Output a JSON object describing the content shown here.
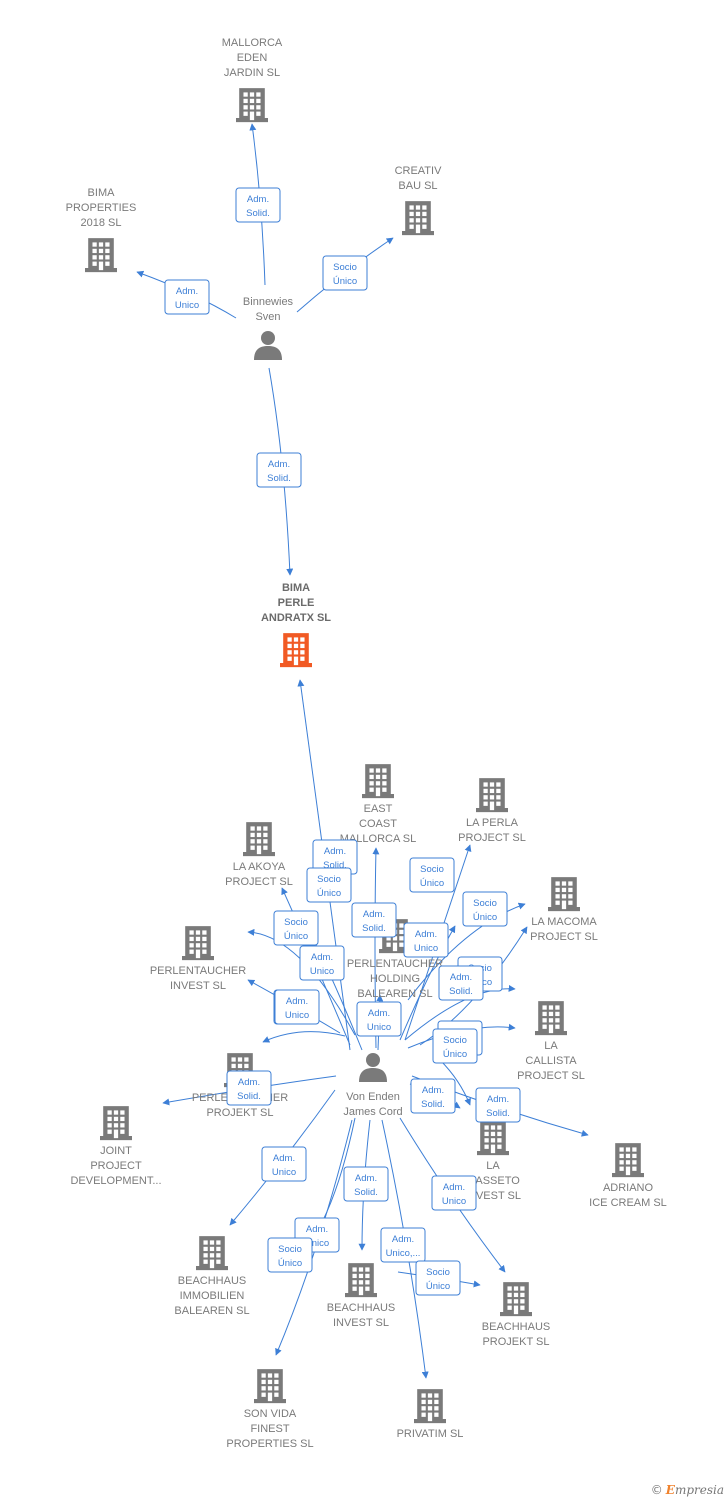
{
  "colors": {
    "edge": "#3d7fd6",
    "node": "#7a7a7a",
    "focus": "#f15a24"
  },
  "brand": {
    "copyright": "©",
    "initial": "E",
    "rest": "mpresia"
  },
  "nodes": [
    {
      "id": "mallorca_eden",
      "kind": "company",
      "icon": "building-icon",
      "lines": [
        "MALLORCA",
        "EDEN",
        "JARDIN  SL"
      ]
    },
    {
      "id": "bima_properties",
      "kind": "company",
      "icon": "building-icon",
      "lines": [
        "BIMA",
        "PROPERTIES",
        "2018  SL"
      ]
    },
    {
      "id": "creativ_bau",
      "kind": "company",
      "icon": "building-icon",
      "lines": [
        "CREATIV",
        "BAU SL"
      ]
    },
    {
      "id": "binnewies",
      "kind": "person",
      "icon": "person-icon",
      "lines": [
        "Binnewies",
        "Sven"
      ]
    },
    {
      "id": "bima_perle",
      "kind": "focus",
      "icon": "building-icon",
      "lines": [
        "BIMA",
        "PERLE",
        "ANDRATX  SL"
      ]
    },
    {
      "id": "east_coast",
      "kind": "company",
      "icon": "building-icon",
      "lines": [
        "EAST",
        "COAST",
        "MALLORCA  SL"
      ]
    },
    {
      "id": "la_perla",
      "kind": "company",
      "icon": "building-icon",
      "lines": [
        "LA PERLA",
        "PROJECT  SL"
      ]
    },
    {
      "id": "la_akoya",
      "kind": "company",
      "icon": "building-icon",
      "lines": [
        "LA AKOYA",
        "PROJECT  SL"
      ]
    },
    {
      "id": "la_macoma",
      "kind": "company",
      "icon": "building-icon",
      "lines": [
        "LA MACOMA",
        "PROJECT  SL"
      ]
    },
    {
      "id": "perlentaucher_holding",
      "kind": "company",
      "icon": "building-icon",
      "lines": [
        "PERLENTAUCHER",
        "HOLDING",
        "BALEAREN  SL"
      ]
    },
    {
      "id": "perlentaucher_invest",
      "kind": "company",
      "icon": "building-icon",
      "lines": [
        "PERLENTAUCHER",
        "INVEST  SL"
      ]
    },
    {
      "id": "la_callista",
      "kind": "company",
      "icon": "building-icon",
      "lines": [
        "LA",
        "CALLISTA",
        "PROJECT  SL"
      ]
    },
    {
      "id": "perlentaucher_projekt",
      "kind": "company",
      "icon": "building-icon",
      "lines": [
        "PERLENTAUCHER",
        "PROJEKT  SL"
      ]
    },
    {
      "id": "von_enden",
      "kind": "person",
      "icon": "person-icon",
      "lines": [
        "Von Enden",
        "James Cord"
      ]
    },
    {
      "id": "joint_project",
      "kind": "company",
      "icon": "building-icon",
      "lines": [
        "JOINT",
        "PROJECT",
        "DEVELOPMENT..."
      ]
    },
    {
      "id": "la_masseto",
      "kind": "company",
      "icon": "building-icon",
      "lines": [
        "LA",
        "MASSETO",
        "INVEST  SL"
      ]
    },
    {
      "id": "adriano",
      "kind": "company",
      "icon": "building-icon",
      "lines": [
        "ADRIANO",
        "ICE CREAM SL"
      ]
    },
    {
      "id": "beachhaus_immobilien",
      "kind": "company",
      "icon": "building-icon",
      "lines": [
        "BEACHHAUS",
        "IMMOBILIEN",
        "BALEAREN  SL"
      ]
    },
    {
      "id": "beachhaus_invest",
      "kind": "company",
      "icon": "building-icon",
      "lines": [
        "BEACHHAUS",
        "INVEST  SL"
      ]
    },
    {
      "id": "beachhaus_projekt",
      "kind": "company",
      "icon": "building-icon",
      "lines": [
        "BEACHHAUS",
        "PROJEKT  SL"
      ]
    },
    {
      "id": "son_vida",
      "kind": "company",
      "icon": "building-icon",
      "lines": [
        "SON VIDA",
        "FINEST",
        "PROPERTIES SL"
      ]
    },
    {
      "id": "privatim",
      "kind": "company",
      "icon": "building-icon",
      "lines": [
        "PRIVATIM SL"
      ]
    }
  ],
  "edges": [
    {
      "from": "binnewies",
      "to": "mallorca_eden",
      "label": [
        "Adm.",
        "Solid."
      ]
    },
    {
      "from": "binnewies",
      "to": "bima_properties",
      "label": [
        "Adm.",
        "Unico"
      ]
    },
    {
      "from": "binnewies",
      "to": "creativ_bau",
      "label": [
        "Socio",
        "Único"
      ]
    },
    {
      "from": "binnewies",
      "to": "bima_perle",
      "label": [
        "Adm.",
        "Solid."
      ]
    },
    {
      "from": "von_enden",
      "to": "bima_perle",
      "label": [
        "Adm.",
        "Solid."
      ]
    },
    {
      "from": "von_enden",
      "to": "la_akoya",
      "label": [
        "Socio",
        "Único"
      ]
    },
    {
      "from": "von_enden",
      "to": "east_coast",
      "label": [
        "Adm.",
        "Solid."
      ]
    },
    {
      "from": "von_enden",
      "to": "la_perla",
      "label": [
        "Socio",
        "Único"
      ]
    },
    {
      "from": "von_enden",
      "to": "la_macoma",
      "label": [
        "Socio",
        "Único"
      ]
    },
    {
      "from": "von_enden",
      "to": "la_akoya",
      "label": [
        "Adm.",
        "Unico"
      ]
    },
    {
      "from": "von_enden",
      "to": "perlentaucher_invest",
      "label": [
        "Socio",
        "Único"
      ]
    },
    {
      "from": "von_enden",
      "to": "la_perla",
      "label": [
        "Adm.",
        "Unico"
      ]
    },
    {
      "from": "von_enden",
      "to": "la_macoma",
      "label": [
        "Socio",
        "Único"
      ]
    },
    {
      "from": "von_enden",
      "to": "la_callista",
      "label": [
        "Adm.",
        "Solid."
      ]
    },
    {
      "from": "von_enden",
      "to": "perlentaucher_invest",
      "label": [
        "Adm.",
        "Unico"
      ]
    },
    {
      "from": "von_enden",
      "to": "perlentaucher_holding",
      "label": [
        "Adm.",
        "Unico"
      ]
    },
    {
      "from": "von_enden",
      "to": "perlentaucher_projekt",
      "label": [
        "Adm.",
        "Unico"
      ]
    },
    {
      "from": "von_enden",
      "to": "la_callista",
      "label": [
        "Adm.",
        "Solid."
      ]
    },
    {
      "from": "von_enden",
      "to": "la_masseto",
      "label": [
        "Socio",
        "Único"
      ]
    },
    {
      "from": "von_enden",
      "to": "joint_project",
      "label": [
        "Adm.",
        "Solid."
      ]
    },
    {
      "from": "von_enden",
      "to": "la_masseto",
      "label": [
        "Adm.",
        "Solid."
      ]
    },
    {
      "from": "von_enden",
      "to": "adriano",
      "label": [
        "Adm.",
        "Solid."
      ]
    },
    {
      "from": "von_enden",
      "to": "beachhaus_immobilien",
      "label": [
        "Adm.",
        "Unico"
      ]
    },
    {
      "from": "von_enden",
      "to": "beachhaus_invest",
      "label": [
        "Adm.",
        "Solid."
      ]
    },
    {
      "from": "von_enden",
      "to": "beachhaus_projekt",
      "label": [
        "Adm.",
        "Unico"
      ]
    },
    {
      "from": "von_enden",
      "to": "beachhaus_immobilien",
      "label": [
        "Adm.",
        "Unico"
      ]
    },
    {
      "from": "von_enden",
      "to": "son_vida",
      "label": [
        "Socio",
        "Único"
      ]
    },
    {
      "from": "von_enden",
      "to": "privatim",
      "label": [
        "Adm.",
        "Unico,..."
      ]
    },
    {
      "from": "von_enden",
      "to": "beachhaus_projekt",
      "label": [
        "Socio",
        "Único"
      ]
    }
  ]
}
